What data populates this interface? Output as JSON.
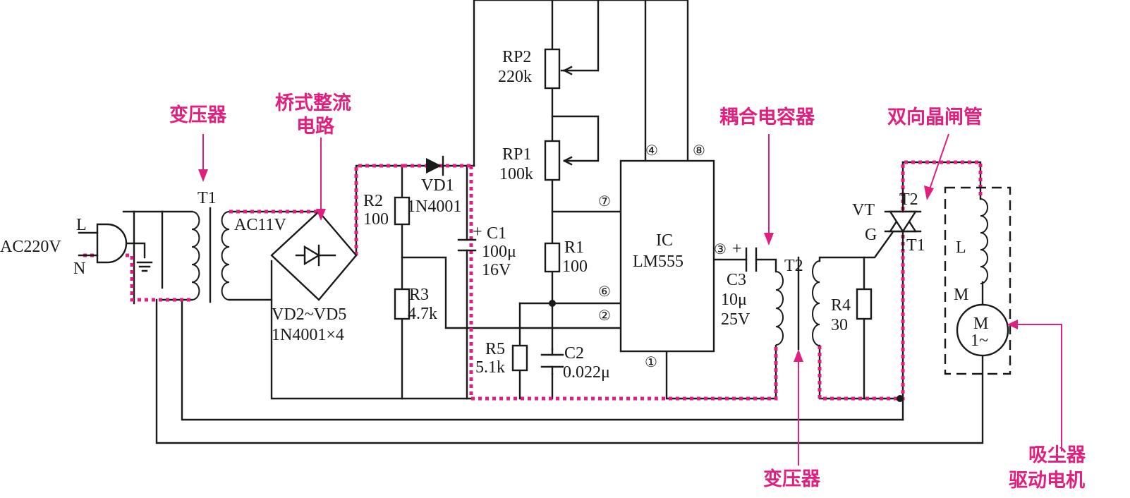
{
  "annotations": {
    "transformer_left": "变压器",
    "bridge_line1": "桥式整流",
    "bridge_line2": "电路",
    "coupling_cap": "耦合电容器",
    "triac": "双向晶闸管",
    "transformer_bottom": "变压器",
    "motor_line1": "吸尘器",
    "motor_line2": "驱动电机"
  },
  "labels": {
    "ac": "AC220V",
    "l_in": "L",
    "n_in": "N",
    "t1": "T1",
    "ac11": "AC11V",
    "vd2": "VD2~VD5",
    "vd2_part": "1N4001×4",
    "r2": "R2",
    "r2v": "100",
    "vd1": "VD1",
    "vd1v": "1N4001",
    "c1": "C1",
    "c1v": "100μ",
    "c1v2": "16V",
    "c1plus": "+",
    "r3": "R3",
    "r3v": "4.7k",
    "rp2": "RP2",
    "rp2v": "220k",
    "rp1": "RP1",
    "rp1v": "100k",
    "r1": "R1",
    "r1v": "100",
    "r5": "R5",
    "r5v": "5.1k",
    "c2": "C2",
    "c2v": "0.022μ",
    "ic": "IC",
    "icv": "LM555",
    "pin1": "①",
    "pin2": "②",
    "pin3": "③",
    "pin4": "④",
    "pin6": "⑥",
    "pin7": "⑦",
    "pin8": "⑧",
    "c3plus": "+",
    "c3": "C3",
    "c3v": "10μ",
    "c3v2": "25V",
    "t2": "T2",
    "r4": "R4",
    "r4v": "30",
    "vt": "VT",
    "vt_t2": "T2",
    "vt_g": "G",
    "vt_t1": "T1",
    "motor_l": "L",
    "motor_m": "M",
    "motor_sym": "M",
    "motor_phase": "1~"
  },
  "colors": {
    "wire": "#1a1a1a",
    "highlight": "#e0207e"
  }
}
